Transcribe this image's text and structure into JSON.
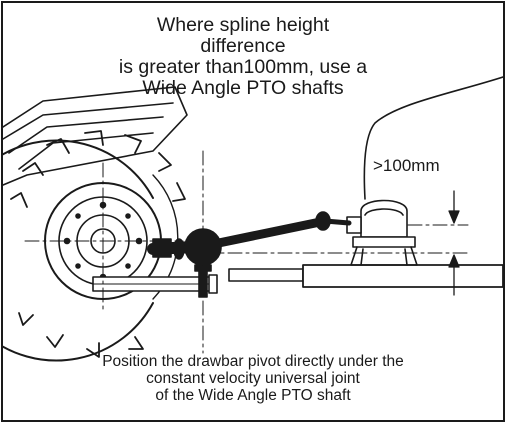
{
  "diagram": {
    "top_text": [
      "Where spline height difference",
      "is greater than100mm, use a",
      "Wide Angle PTO shafts"
    ],
    "dimension_label": ">100mm",
    "bottom_text": [
      "Position the drawbar pivot directly under the",
      "constant velocity universal joint",
      "of the Wide Angle PTO shaft"
    ],
    "colors": {
      "ink": "#1a1a1a",
      "background": "#ffffff"
    }
  }
}
